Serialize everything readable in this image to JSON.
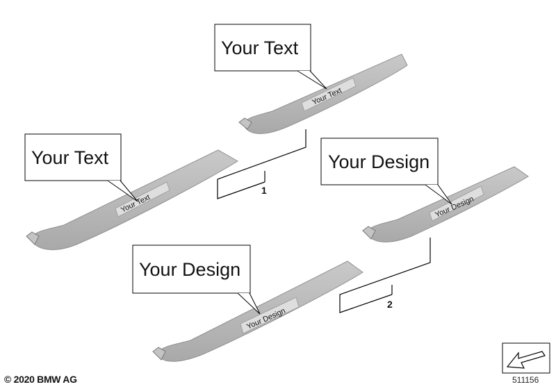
{
  "callouts": {
    "top_right_text": "Your Text",
    "left_text": "Your Text",
    "right_design": "Your Design",
    "bottom_design": "Your Design"
  },
  "plates": {
    "top_right_text": "Your Text",
    "left_text": "Your Text",
    "right_design": "Your Design",
    "bottom_design": "Your Design"
  },
  "positions": {
    "group_1": "1",
    "group_2": "2"
  },
  "footer": {
    "copyright": "© 2020 BMW AG",
    "ref_number": "511156"
  },
  "colors": {
    "sill": "#b9b9b9",
    "sill_edge": "#8f8f8f",
    "plate": "#dedede",
    "line": "#000000"
  },
  "icons": {
    "ref_symbol": "arrow-in-box-icon"
  }
}
